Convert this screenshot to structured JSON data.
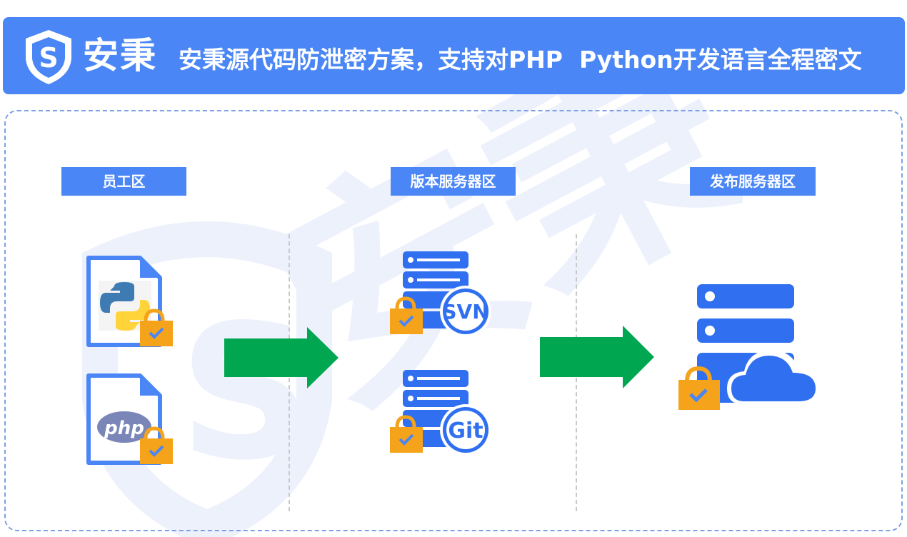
{
  "banner": {
    "brand": "安秉",
    "logo_letter": "S",
    "headline": "安秉源代码防泄密方案，支持对PHP  Python开发语言全程密文"
  },
  "watermark": {
    "text": "安秉",
    "letter": "S"
  },
  "zones": [
    {
      "label": "员工区"
    },
    {
      "label": "版本服务器区"
    },
    {
      "label": "发布服务器区"
    }
  ],
  "icons": {
    "python_file": "python-file-icon",
    "php_file": "php-file-icon",
    "php_logo_text": "php",
    "svn_server": "svn-server-icon",
    "svn_badge": "SVN",
    "git_server": "git-server-icon",
    "git_badge": "Git",
    "publish_server": "cloud-server-icon",
    "lock": "lock-icon"
  },
  "colors": {
    "primary_blue": "#4a86f5",
    "server_blue": "#2f6ff0",
    "arrow_green": "#00a650",
    "lock_orange": "#f5a31a",
    "php_purple": "#7a86b8",
    "python_blue": "#3f7bb3",
    "python_yellow": "#ffd43b"
  }
}
